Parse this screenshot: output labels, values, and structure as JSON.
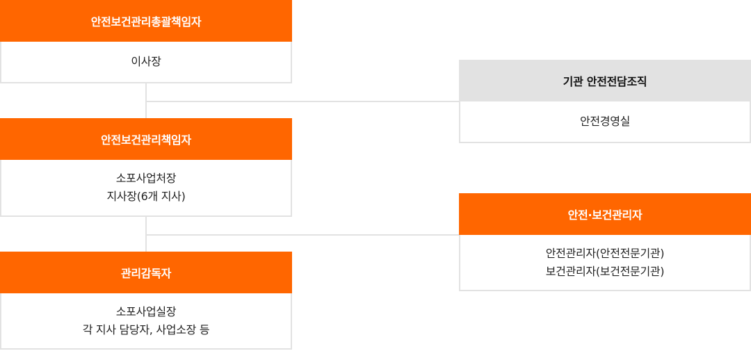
{
  "boxes": {
    "general": {
      "title": "안전보건관리총괄책임자",
      "lines": [
        "이사장"
      ]
    },
    "manager": {
      "title": "안전보건관리책임자",
      "lines": [
        "소포사업처장",
        "지사장(6개 지사)"
      ]
    },
    "supervisor": {
      "title": "관리감독자",
      "lines": [
        "소포사업실장",
        "각 지사 담당자, 사업소장 등"
      ]
    },
    "dedicated": {
      "title": "기관 안전전담조직",
      "lines": [
        "안전경영실"
      ]
    },
    "officer": {
      "title": "안전·보건관리자",
      "lines": [
        "안전관리자(안전전문기관)",
        "보건관리자(보건전문기관)"
      ]
    }
  },
  "colors": {
    "accent": "#ff6600",
    "gray_header": "#e2e2e2",
    "border": "#e2e2e2"
  }
}
